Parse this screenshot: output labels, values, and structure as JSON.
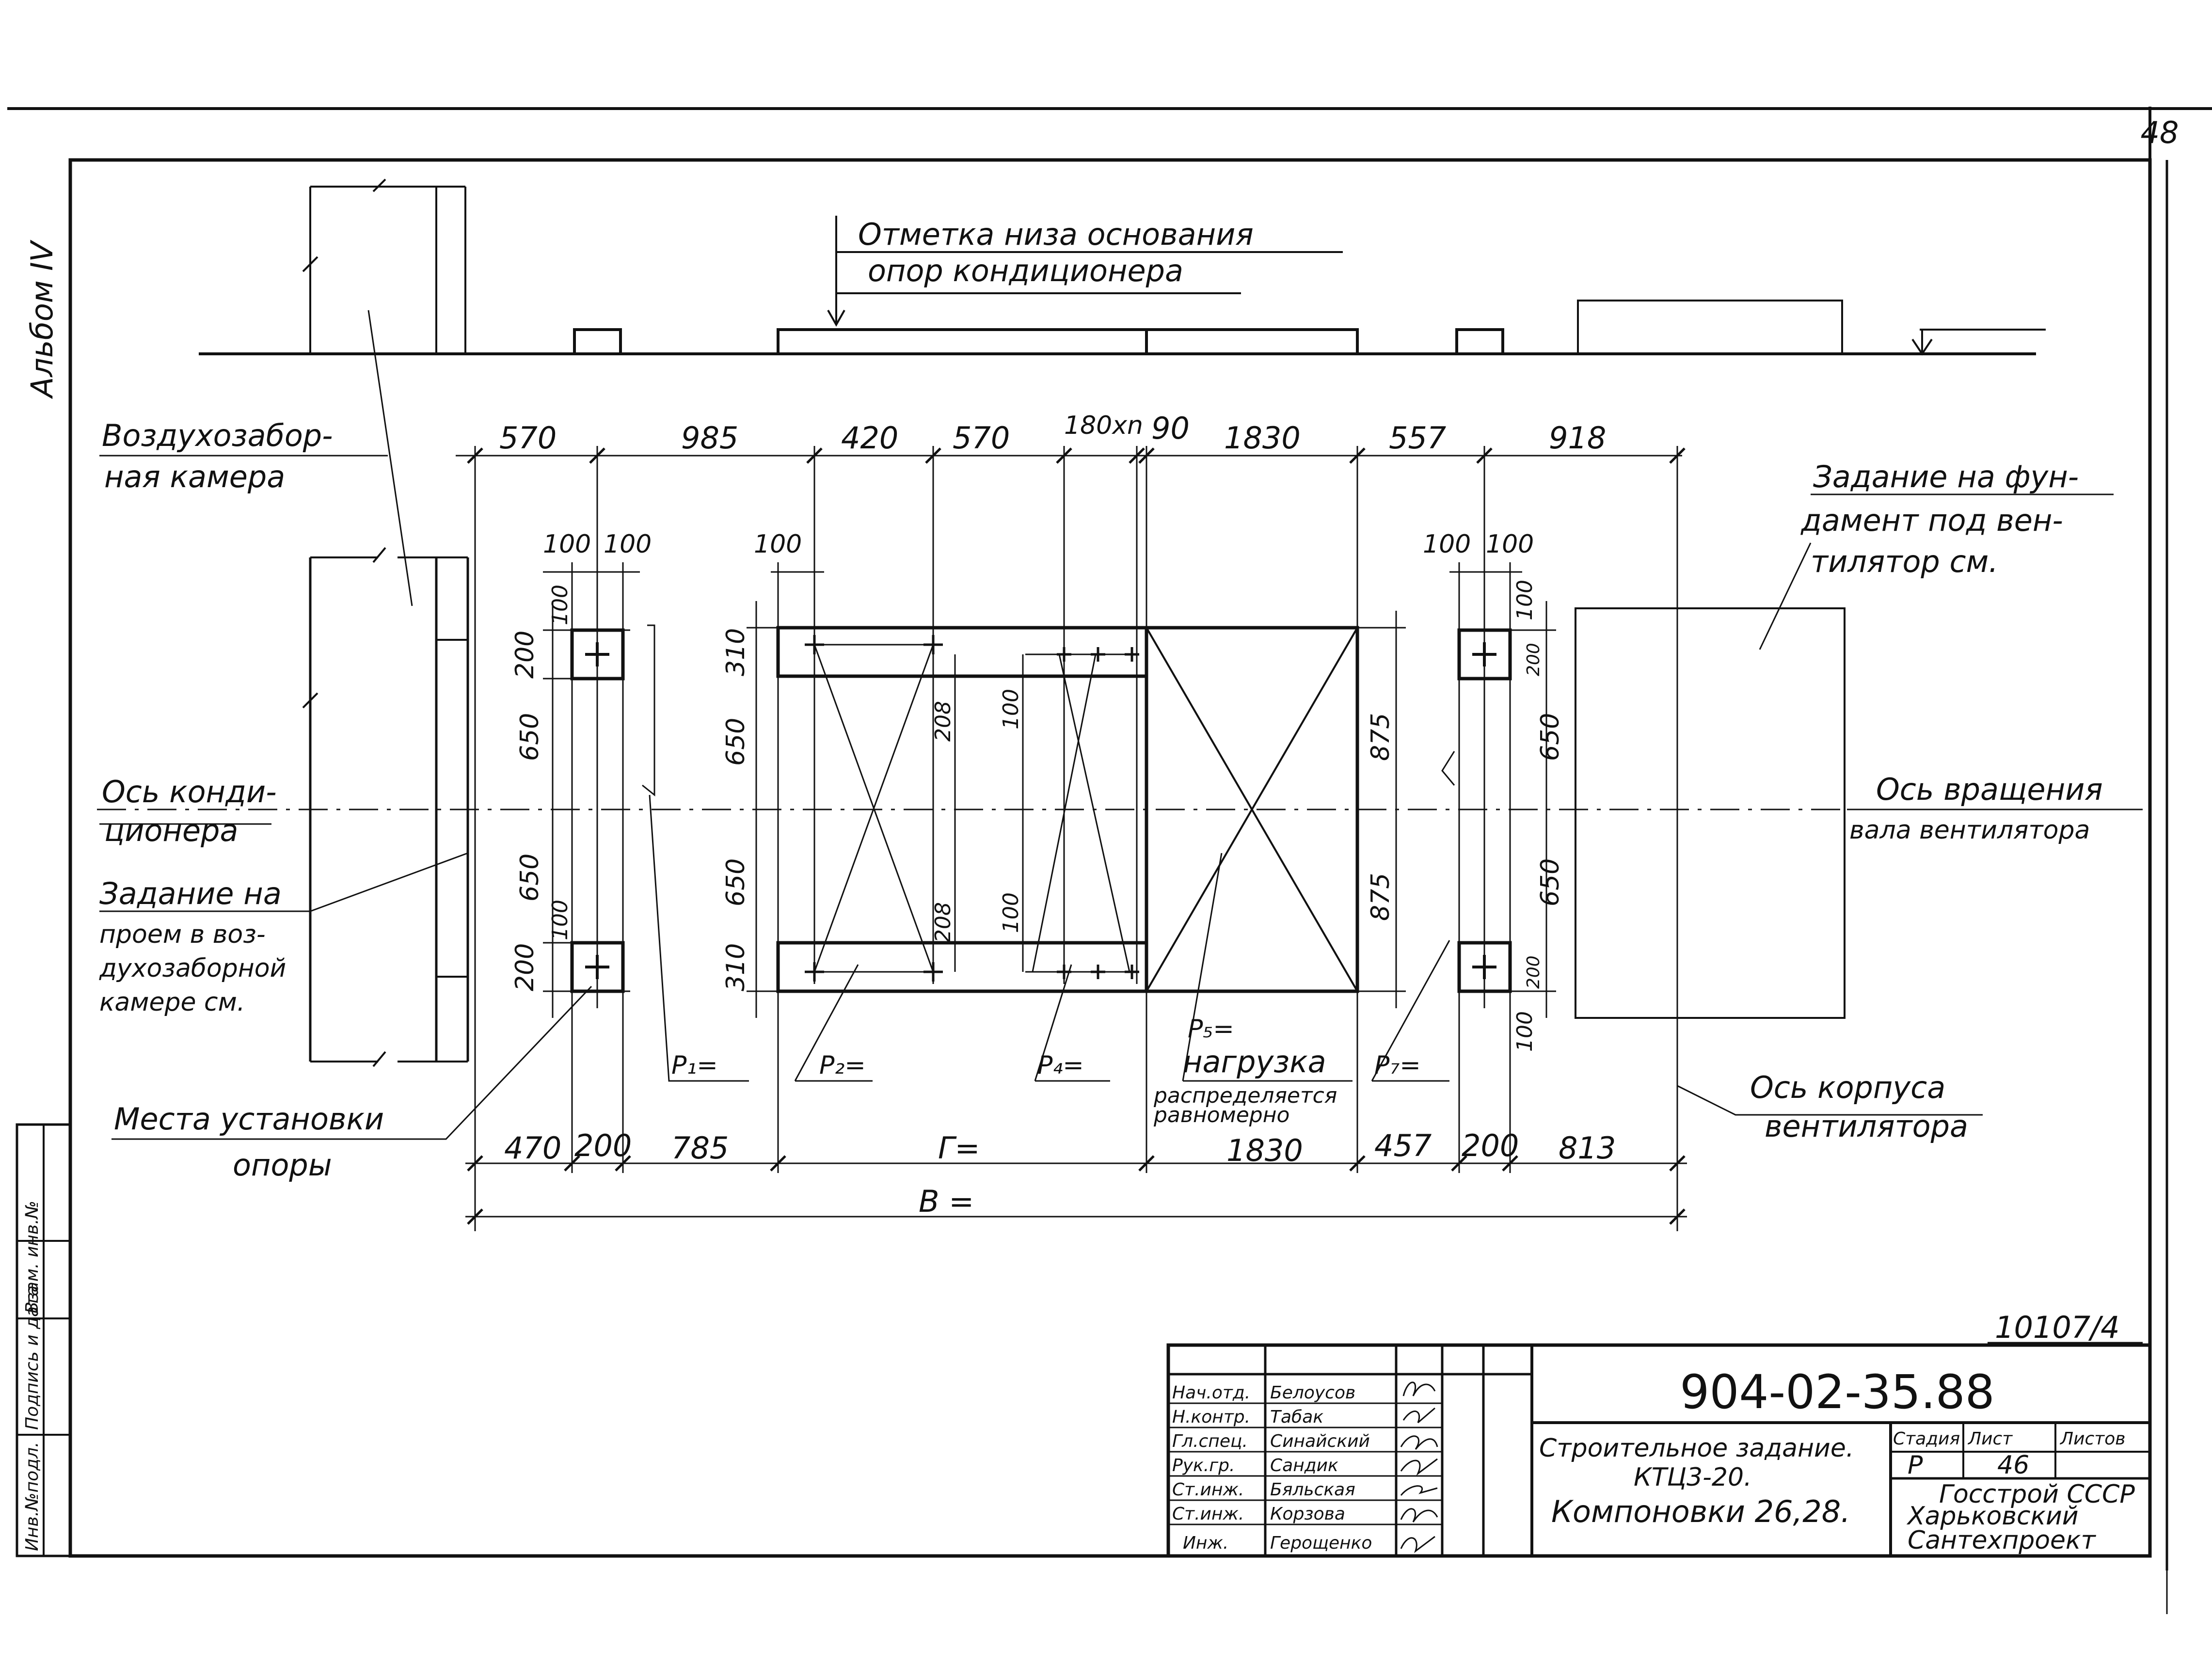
{
  "sheet_number": "48",
  "album_label": "Альбом IV",
  "note_top": {
    "line1": "Отметка низа основания",
    "line2": "опор кондиционера"
  },
  "labels": {
    "air_intake": [
      "Воздухозабор-",
      "ная камера"
    ],
    "foundation_task": [
      "Задание на фун-",
      "дамент под вен-",
      "тилятор см."
    ],
    "axis_conditioner": [
      "Ось конди-",
      "ционера"
    ],
    "axis_fan_rotation": [
      "Ось вращения",
      "вала вентилятора"
    ],
    "opening_task": [
      "Задание на",
      "проем в воз-",
      "духозаборной",
      "камере см."
    ],
    "support_places": [
      "Места установки",
      "опоры"
    ],
    "fan_body_axis": [
      "Ось корпуса",
      "вентилятора"
    ]
  },
  "loads": {
    "p1": "P₁=",
    "p2": "P₂=",
    "p4": "P₄=",
    "p5_title": "P₅=",
    "p5_load": "нагрузка",
    "p5_dist1": "распределяется",
    "p5_dist2": "равномерно",
    "p7": "P₇="
  },
  "dims_top": [
    "570",
    "985",
    "420",
    "570",
    "180хn",
    "90",
    "1830",
    "557",
    "918"
  ],
  "dims_bottom": [
    "470",
    "200",
    "785",
    "Г=",
    "1830",
    "457",
    "200",
    "813"
  ],
  "dim_total": "В =",
  "dims_small": {
    "d100": "100",
    "d200": "200",
    "d310": "310",
    "d650": "650",
    "d875": "875",
    "d208": "208"
  },
  "stamp_left": [
    "Инв.№подл.",
    "Подпись и дата",
    "Взам. инв.№"
  ],
  "doc_number_small": "10107/4",
  "title_block": {
    "designation": "904-02-35.88",
    "roles": [
      "Нач.отд.",
      "Н.контр.",
      "Гл.спец.",
      "Рук.гр.",
      "Ст.инж.",
      "Ст.инж.",
      "Инж."
    ],
    "names": [
      "Белоусов",
      "Табак",
      "Синайский",
      "Сандик",
      "Бяльская",
      "Корзова",
      "Герощенко"
    ],
    "description": [
      "Строительное задание.",
      "КТЦ3-20.",
      "Компоновки 26,28."
    ],
    "stage_header": "Стадия",
    "sheet_header": "Лист",
    "sheets_header": "Листов",
    "stage": "Р",
    "sheet": "46",
    "org": [
      "Госстрой СССР",
      "Харьковский",
      "Сантехпроект"
    ]
  }
}
